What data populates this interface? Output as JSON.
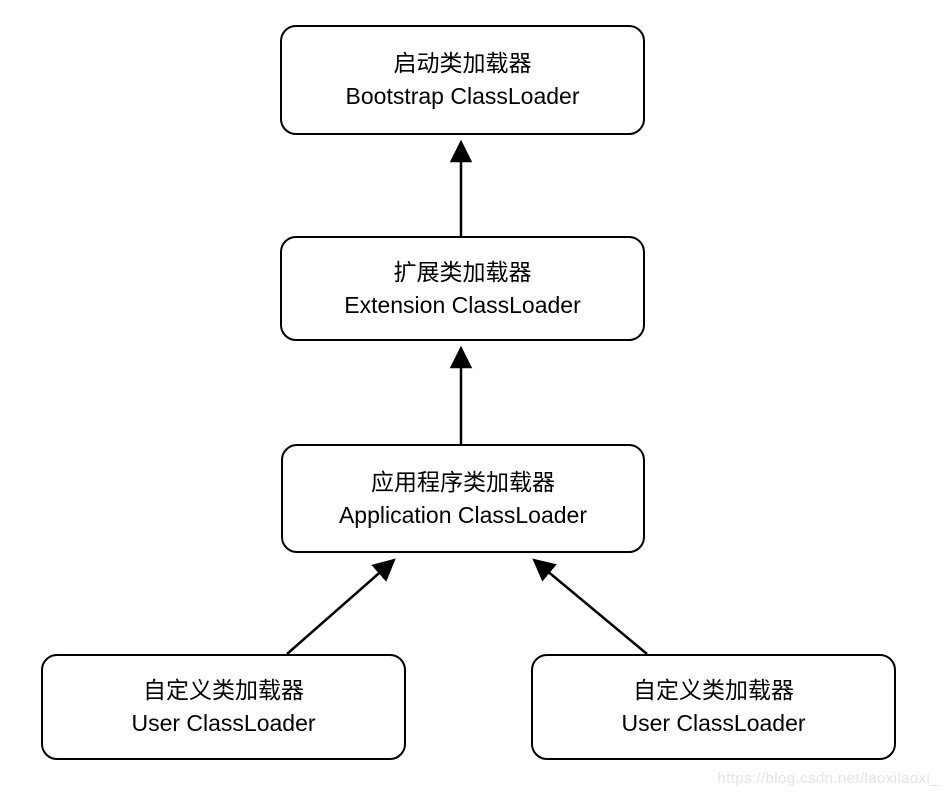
{
  "diagram": {
    "description": "Java class loader delegation hierarchy",
    "nodes": [
      {
        "id": "bootstrap",
        "label_zh": "启动类加载器",
        "label_en": "Bootstrap ClassLoader"
      },
      {
        "id": "extension",
        "label_zh": "扩展类加载器",
        "label_en": "Extension ClassLoader"
      },
      {
        "id": "application",
        "label_zh": "应用程序类加载器",
        "label_en": "Application ClassLoader"
      },
      {
        "id": "user_left",
        "label_zh": "自定义类加载器",
        "label_en": "User ClassLoader"
      },
      {
        "id": "user_right",
        "label_zh": "自定义类加载器",
        "label_en": "User ClassLoader"
      }
    ],
    "edges": [
      {
        "from": "extension",
        "to": "bootstrap"
      },
      {
        "from": "application",
        "to": "extension"
      },
      {
        "from": "user_left",
        "to": "application"
      },
      {
        "from": "user_right",
        "to": "application"
      }
    ]
  },
  "watermark": {
    "text": "https://blog.csdn.net/laoxilaoxi_"
  },
  "colors": {
    "stroke": "#000000",
    "text": "#000000",
    "background": "#ffffff",
    "watermark": "#e3e3ea"
  }
}
